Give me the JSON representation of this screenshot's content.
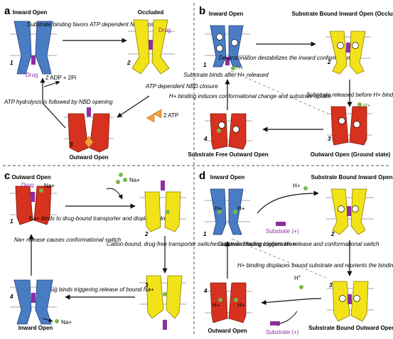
{
  "panels": {
    "a": {
      "letter": "a",
      "state_inward_open": "Inward Open",
      "state_occluded": "Occluded",
      "state_outward_open": "Outward Open",
      "arrow_1_2": "Substrate binding favors ATP dependent NBD closure",
      "arrow_2_3": "ATP dependent NBD closure",
      "arrow_3_1": "ATP hydrolysis is followed by NBD opening",
      "drug_label_1": "Drug",
      "drug_label_2": "Drug",
      "adp": "2 ADP + 2Pi",
      "atp": "2 ATP",
      "n1": "1",
      "n2": "2",
      "n3": "3"
    },
    "b": {
      "letter": "b",
      "state_1": "Inward Open",
      "state_2": "Substrate Bound Inward Open (Occluded)",
      "state_3": "Outward Open (Ground state)",
      "state_4": "Substrate Free Outward Open",
      "arrow_1_2": "De-protonation destabilizes the inward conformation",
      "arrow_2_3": "Substrate released before H+ binds",
      "arrow_3_4": "H+ binding induces conformational change and substrate uptake",
      "arrow_4_1": "Substrate binds after H+ released",
      "h1": "H+",
      "h2": "H+",
      "n1": "1",
      "n2": "2",
      "n3": "3",
      "n4": "4"
    },
    "c": {
      "letter": "c",
      "state_1": "Outward Open",
      "state_4": "Inward Open",
      "drug": "Drug",
      "na1": "Na+",
      "na2": "Na+",
      "na3": "Na+",
      "arrow_1_2": "Na+ binds to drug-bound transporter and displaces drug",
      "arrow_2_3": "Cation-bound, drug-free transporter switches to inward-facing conformation",
      "arrow_3_4": "Drug binds triggering release of bound Na+",
      "arrow_4_1": "Na+ release causes conformational switch",
      "n1": "1",
      "n2": "2",
      "n3": "3",
      "n4": "4"
    },
    "d": {
      "letter": "d",
      "state_1": "Inward Open",
      "state_2": "Substrate Bound Inward Open",
      "state_3": "Substrate Bound Outward Open",
      "state_4": "Outward Open",
      "substrate_1": "Substrate (+)",
      "substrate_2": "Substrate (+)",
      "arrow_1_2": "Substrate binding triggers H+ release and conformational switch",
      "arrow_4_1": "H+ binding displaces bound substrate and reorients the binding site",
      "hplus_out": "H+",
      "hplus_in": "H+",
      "hin1": "H+",
      "hin2": "H+",
      "hin3": "H+",
      "hin4": "H+",
      "n1": "1",
      "n2": "2",
      "n3": "3",
      "n4": "4"
    }
  },
  "colors": {
    "blue": "#4a7cc4",
    "yellow": "#f2e319",
    "red": "#d7321f",
    "orange": "#f5a03c",
    "purple": "#8b2fa0",
    "green": "#7ab648"
  }
}
